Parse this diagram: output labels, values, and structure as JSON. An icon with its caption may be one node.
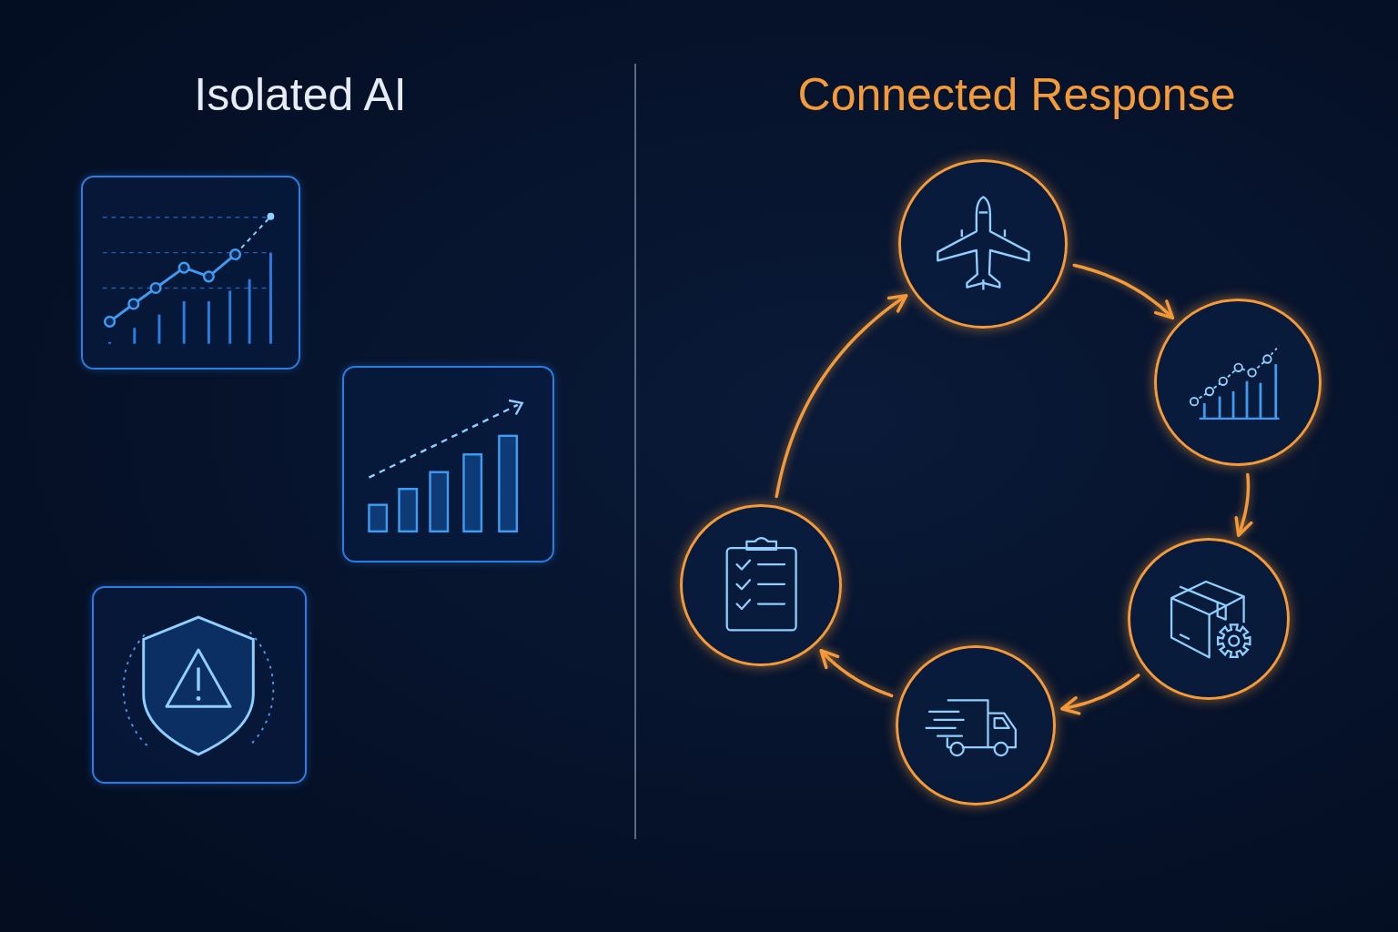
{
  "diagram": {
    "nodes": [
      {
        "text": [],
        "shape": "box"
      },
      {
        "text": [],
        "shape": "box"
      },
      {
        "text": [],
        "shape": "box"
      },
      {
        "text": [],
        "shape": "circle"
      },
      {
        "text": [],
        "shape": "circle"
      },
      {
        "text": [],
        "shape": "circle"
      },
      {
        "text": [],
        "shape": "circle"
      },
      {
        "text": [],
        "shape": "circle"
      }
    ],
    "edges": [
      {
        "from": 3,
        "to": 4,
        "arrow": "to"
      },
      {
        "from": 4,
        "to": 5,
        "arrow": "to"
      },
      {
        "from": 5,
        "to": 6,
        "arrow": "to"
      },
      {
        "from": 6,
        "to": 7,
        "arrow": "to"
      },
      {
        "from": 7,
        "to": 3,
        "arrow": "to"
      }
    ],
    "labels": [
      "Isolated AI",
      "Connected Response"
    ]
  }
}
